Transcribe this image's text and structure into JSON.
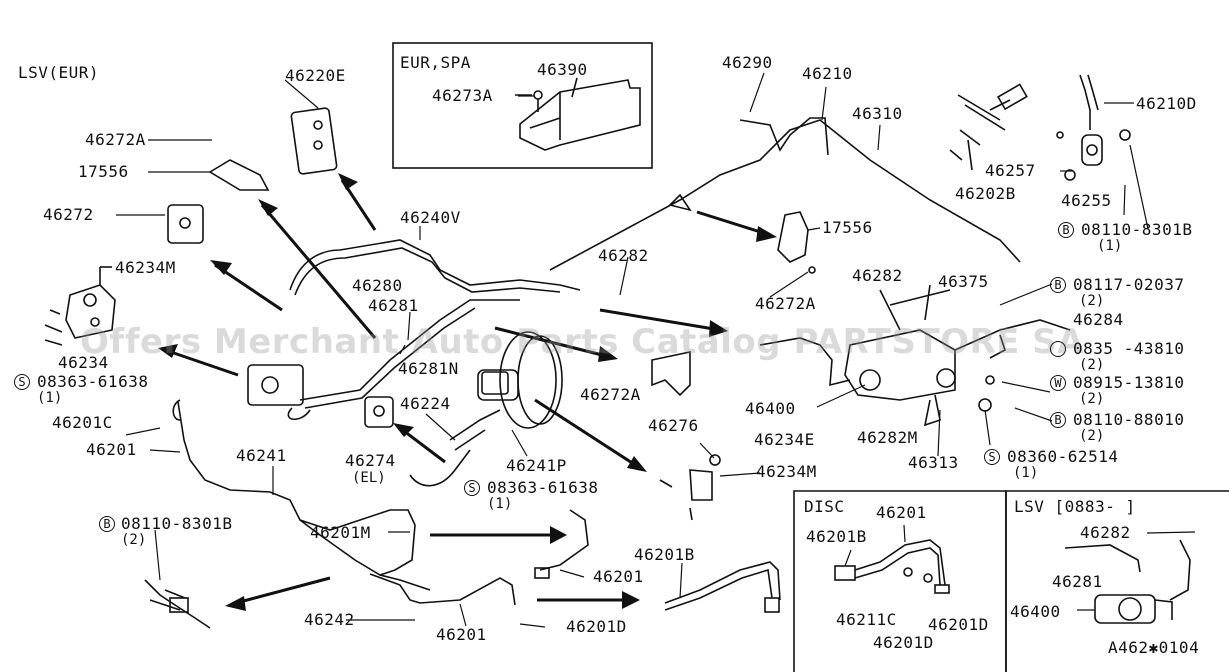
{
  "header": {
    "title": "LSV(EUR)",
    "figure_code": "A462✱0104"
  },
  "watermark": "Offers Merchant Auto Parts Catalog PARTSTORE SA",
  "inset_eur": {
    "title": "EUR,SPA",
    "parts": [
      "46390",
      "46273A"
    ]
  },
  "inset_disc": {
    "title": "DISC",
    "parts": [
      "46201",
      "46201B",
      "46211C",
      "46201D",
      "46201D"
    ]
  },
  "inset_lsv": {
    "title": "LSV [0883-    ]",
    "parts": [
      "46282",
      "46281",
      "46400"
    ]
  },
  "parts": {
    "p46220E": "46220E",
    "p46272A_a": "46272A",
    "p17556_a": "17556",
    "p46272": "46272",
    "p46234M_a": "46234M",
    "p46234": "46234",
    "p08363_a": "08363-61638",
    "p08363_a_qty": "(1)",
    "p46201C": "46201C",
    "p46201_a": "46201",
    "p46240V": "46240V",
    "p46280": "46280",
    "p46281": "46281",
    "p46281N": "46281N",
    "p46224": "46224",
    "p46274": "46274",
    "p46274_note": "(EL)",
    "p46241": "46241",
    "p46241P": "46241P",
    "p08363_b": "08363-61638",
    "p08363_b_qty": "(1)",
    "p46201M": "46201M",
    "p08110_a": "08110-8301B",
    "p08110_a_qty": "(2)",
    "p46242": "46242",
    "p46201_b": "46201",
    "p46201_c": "46201",
    "p46201D_a": "46201D",
    "p46201B_a": "46201B",
    "p46290": "46290",
    "p46210": "46210",
    "p46310": "46310",
    "p46282_a": "46282",
    "p17556_b": "17556",
    "p46272A_b": "46272A",
    "p46272A_c": "46272A",
    "p46276": "46276",
    "p46234E": "46234E",
    "p46234M_b": "46234M",
    "p46210D": "46210D",
    "p46257": "46257",
    "p46202B": "46202B",
    "p46255": "46255",
    "p08110_b": "08110-8301B",
    "p08110_b_qty": "(1)",
    "p46282_b": "46282",
    "p46375": "46375",
    "p08117": "08117-02037",
    "p08117_qty": "(2)",
    "p46284": "46284",
    "p0835_43810": "0835 -43810",
    "p0835_qty": "(2)",
    "p08915": "08915-13810",
    "p08915_qty": "(2)",
    "p08110_c": "08110-88010",
    "p08110_c_qty": "(2)",
    "p46400": "46400",
    "p46282M": "46282M",
    "p46313": "46313",
    "p08360": "08360-62514",
    "p08360_qty": "(1)"
  },
  "symbols": {
    "bolt": "B",
    "screw": "S",
    "washer": "W"
  }
}
